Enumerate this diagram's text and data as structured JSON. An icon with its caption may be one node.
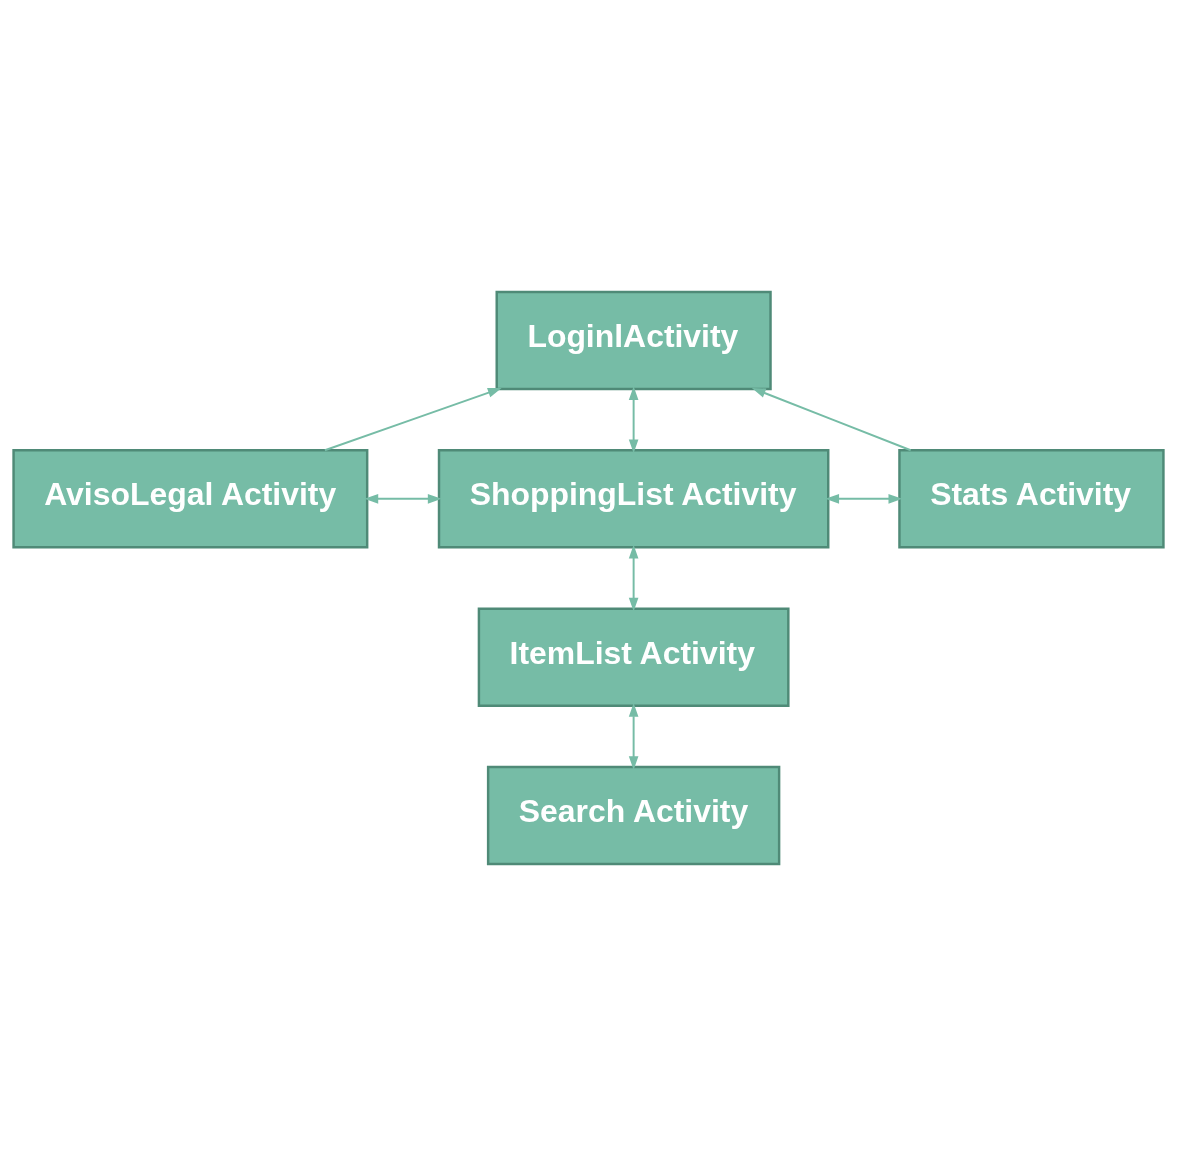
{
  "diagram": {
    "nodes": [
      {
        "text": [
          "LoginlActivity"
        ]
      },
      {
        "text": [
          "AvisoLegal Activity"
        ]
      },
      {
        "text": [
          "ShoppingList Activity"
        ]
      },
      {
        "text": [
          "Stats Activity"
        ]
      },
      {
        "text": [
          "ItemList Activity"
        ]
      },
      {
        "text": [
          "Search Activity"
        ]
      }
    ],
    "edges": [
      {
        "from": 1,
        "to": 0,
        "arrow": "to"
      },
      {
        "from": 3,
        "to": 0,
        "arrow": "to"
      },
      {
        "from": 0,
        "to": 2,
        "arrow": "both"
      },
      {
        "from": 1,
        "to": 2,
        "arrow": "both"
      },
      {
        "from": 2,
        "to": 3,
        "arrow": "both"
      },
      {
        "from": 2,
        "to": 4,
        "arrow": "both"
      },
      {
        "from": 4,
        "to": 5,
        "arrow": "both"
      }
    ]
  }
}
